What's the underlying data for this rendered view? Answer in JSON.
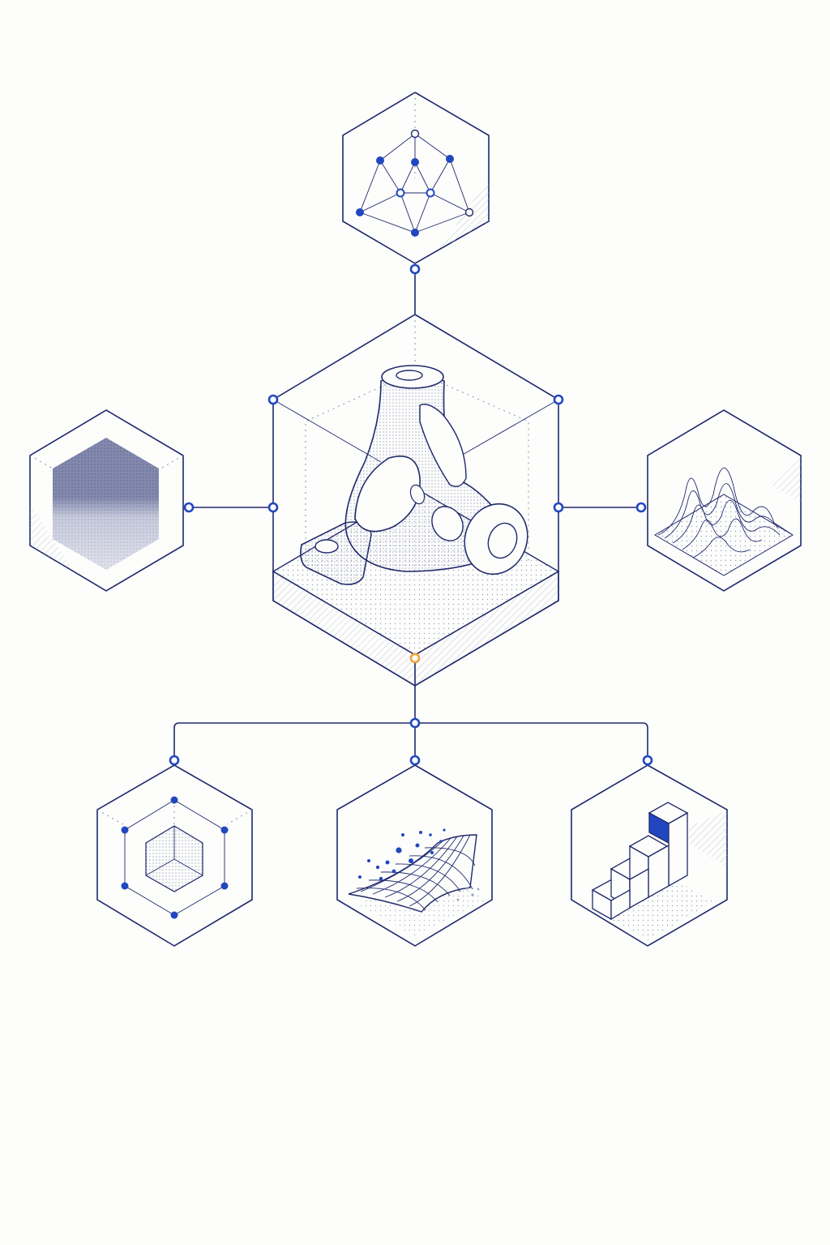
{
  "diagram": {
    "colors": {
      "line": "#1f2a6b",
      "accent": "#2147c0",
      "highlight": "#f2a33a",
      "background": "#fdfdfc",
      "stipple": "#9aa0c0"
    },
    "center_node": {
      "icon": "topology-optimized-bracket-icon",
      "output_port": "output-port-highlight"
    },
    "satellite_nodes": [
      {
        "id": "top",
        "icon": "graph-network-icon"
      },
      {
        "id": "left",
        "icon": "voxel-grid-cube-icon"
      },
      {
        "id": "right",
        "icon": "surface-peaks-plot-icon"
      },
      {
        "id": "bottom-left",
        "icon": "radial-hexagon-icon"
      },
      {
        "id": "bottom-center",
        "icon": "mesh-surface-scatter-icon"
      },
      {
        "id": "bottom-right",
        "icon": "stepped-blocks-icon"
      }
    ],
    "connector": {
      "icon": "connector-port-icon"
    }
  }
}
